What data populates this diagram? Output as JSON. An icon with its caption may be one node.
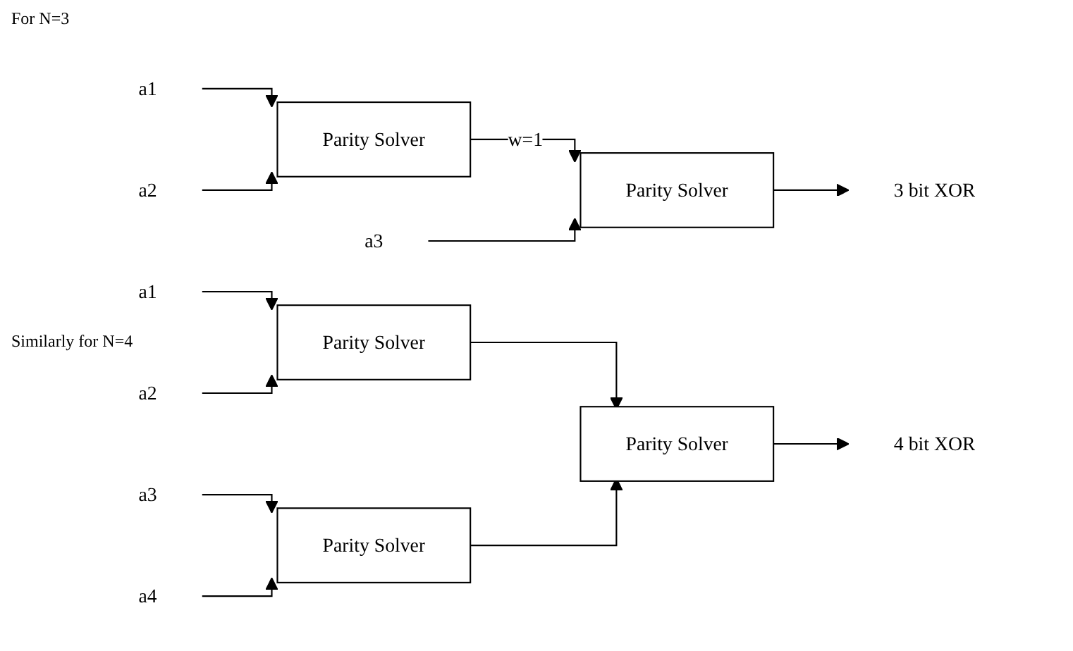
{
  "diagram": {
    "nodes": [
      {
        "text": [
          "a1"
        ]
      },
      {
        "text": [
          "a2"
        ]
      },
      {
        "text": [
          "Parity Solver"
        ]
      },
      {
        "text": [
          "a3"
        ]
      },
      {
        "text": [
          "Parity Solver"
        ]
      },
      {
        "text": [
          "3 bit XOR"
        ]
      },
      {
        "text": [
          "a1"
        ]
      },
      {
        "text": [
          "a2"
        ]
      },
      {
        "text": [
          "Parity Solver"
        ]
      },
      {
        "text": [
          "a3"
        ]
      },
      {
        "text": [
          "a4"
        ]
      },
      {
        "text": [
          "Parity Solver"
        ]
      },
      {
        "text": [
          "Parity Solver"
        ]
      },
      {
        "text": [
          "4 bit XOR"
        ]
      }
    ],
    "edges": [
      {
        "from": 0,
        "to": 2,
        "arrow": "to"
      },
      {
        "from": 1,
        "to": 2,
        "arrow": "to"
      },
      {
        "from": 2,
        "to": 4,
        "arrow": "to",
        "label": "w=1"
      },
      {
        "from": 3,
        "to": 4,
        "arrow": "to"
      },
      {
        "from": 4,
        "to": 5,
        "arrow": "to"
      },
      {
        "from": 6,
        "to": 8,
        "arrow": "to"
      },
      {
        "from": 7,
        "to": 8,
        "arrow": "to"
      },
      {
        "from": 8,
        "to": 12,
        "arrow": "to"
      },
      {
        "from": 9,
        "to": 11,
        "arrow": "to"
      },
      {
        "from": 10,
        "to": 11,
        "arrow": "to"
      },
      {
        "from": 11,
        "to": 12,
        "arrow": "to"
      },
      {
        "from": 12,
        "to": 13,
        "arrow": "to"
      }
    ],
    "labels": [
      "For N=3",
      "Similarly for N=4"
    ]
  }
}
